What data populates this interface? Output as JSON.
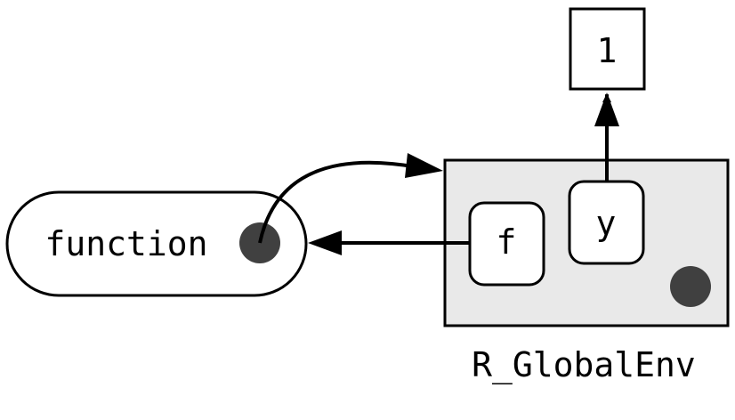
{
  "function_node": {
    "label": "function"
  },
  "environment": {
    "label": "R_GlobalEnv"
  },
  "bindings": [
    {
      "name": "f"
    },
    {
      "name": "y"
    }
  ],
  "value_node": {
    "label": "1"
  },
  "colors": {
    "stroke": "#000000",
    "env_fill": "#e9e9e9",
    "dot": "#404040",
    "background": "#ffffff"
  }
}
